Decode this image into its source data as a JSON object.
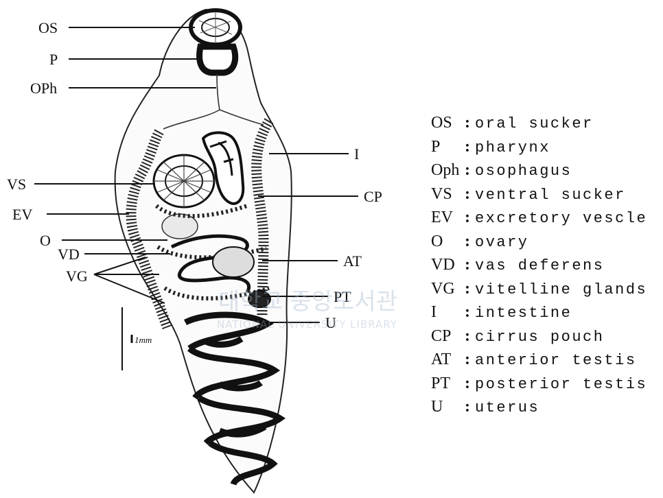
{
  "labels": {
    "os": "OS",
    "p": "P",
    "oph": "OPh",
    "vs": "VS",
    "ev": "EV",
    "o": "O",
    "vd": "VD",
    "vg": "VG",
    "i": "I",
    "cp": "CP",
    "at": "AT",
    "pt": "PT",
    "u": "U"
  },
  "scale_bar": {
    "label": "1mm"
  },
  "legend": [
    {
      "abbr": "OS",
      "term": "oral sucker"
    },
    {
      "abbr": "P",
      "term": "pharynx"
    },
    {
      "abbr": "Oph",
      "term": "osophagus"
    },
    {
      "abbr": "VS",
      "term": "ventral sucker"
    },
    {
      "abbr": "EV",
      "term": "excretory vescle"
    },
    {
      "abbr": "O",
      "term": "ovary"
    },
    {
      "abbr": "VD",
      "term": "vas deferens"
    },
    {
      "abbr": "VG",
      "term": "vitelline glands"
    },
    {
      "abbr": "I",
      "term": "intestine"
    },
    {
      "abbr": "CP",
      "term": "cirrus pouch"
    },
    {
      "abbr": "AT",
      "term": "anterior testis"
    },
    {
      "abbr": "PT",
      "term": "posterior testis"
    },
    {
      "abbr": "U",
      "term": "uterus"
    }
  ],
  "watermark": {
    "korean": "대학교 중앙도서관",
    "english": "NATIONAL UNIVERSITY LIBRARY"
  }
}
